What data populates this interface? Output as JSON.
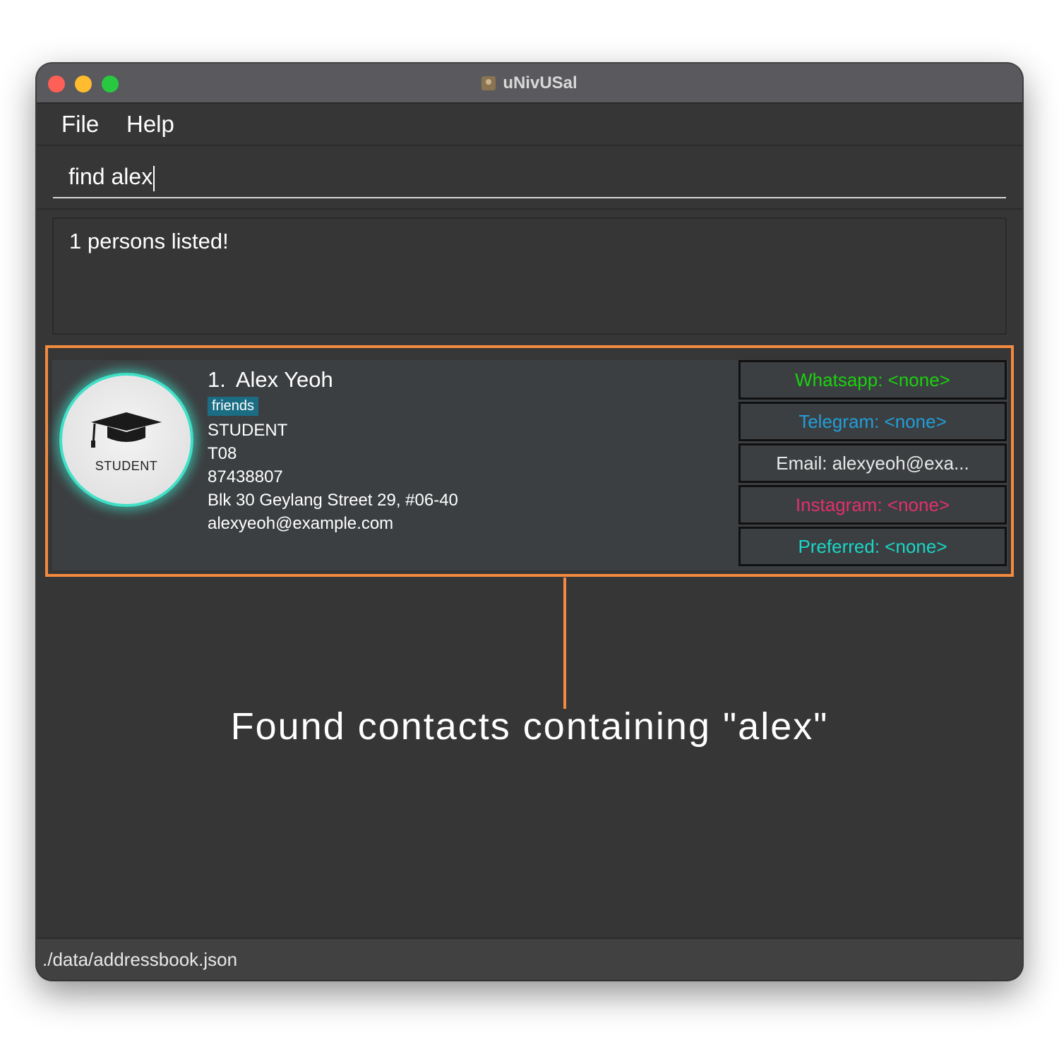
{
  "window": {
    "title": "uNivUSal"
  },
  "menu": {
    "file": "File",
    "help": "Help"
  },
  "command": {
    "value": "find alex"
  },
  "result": {
    "message": "1 persons listed!"
  },
  "person": {
    "index": "1.",
    "name": "Alex Yeoh",
    "tag": "friends",
    "role": "STUDENT",
    "tutorial": "T08",
    "phone": "87438807",
    "address": "Blk 30 Geylang Street 29, #06-40",
    "email": "alexyeoh@example.com",
    "avatar_label": "STUDENT",
    "avatar_icon": "graduation-cap-icon"
  },
  "socials": [
    {
      "label": "Whatsapp: <none>",
      "color": "#1ad10f"
    },
    {
      "label": "Telegram: <none>",
      "color": "#229ed9"
    },
    {
      "label": "Email: alexyeoh@exa...",
      "color": "#e8e8e8"
    },
    {
      "label": "Instagram: <none>",
      "color": "#e1306c"
    },
    {
      "label": "Preferred: <none>",
      "color": "#19d7c8"
    }
  ],
  "annotation": {
    "text": "Found contacts containing \"alex\""
  },
  "status": {
    "path": "./data/addressbook.json"
  },
  "colors": {
    "highlight": "#f28a3f",
    "avatar_ring": "#3fe0c7",
    "tag_bg": "#1b6d84"
  }
}
